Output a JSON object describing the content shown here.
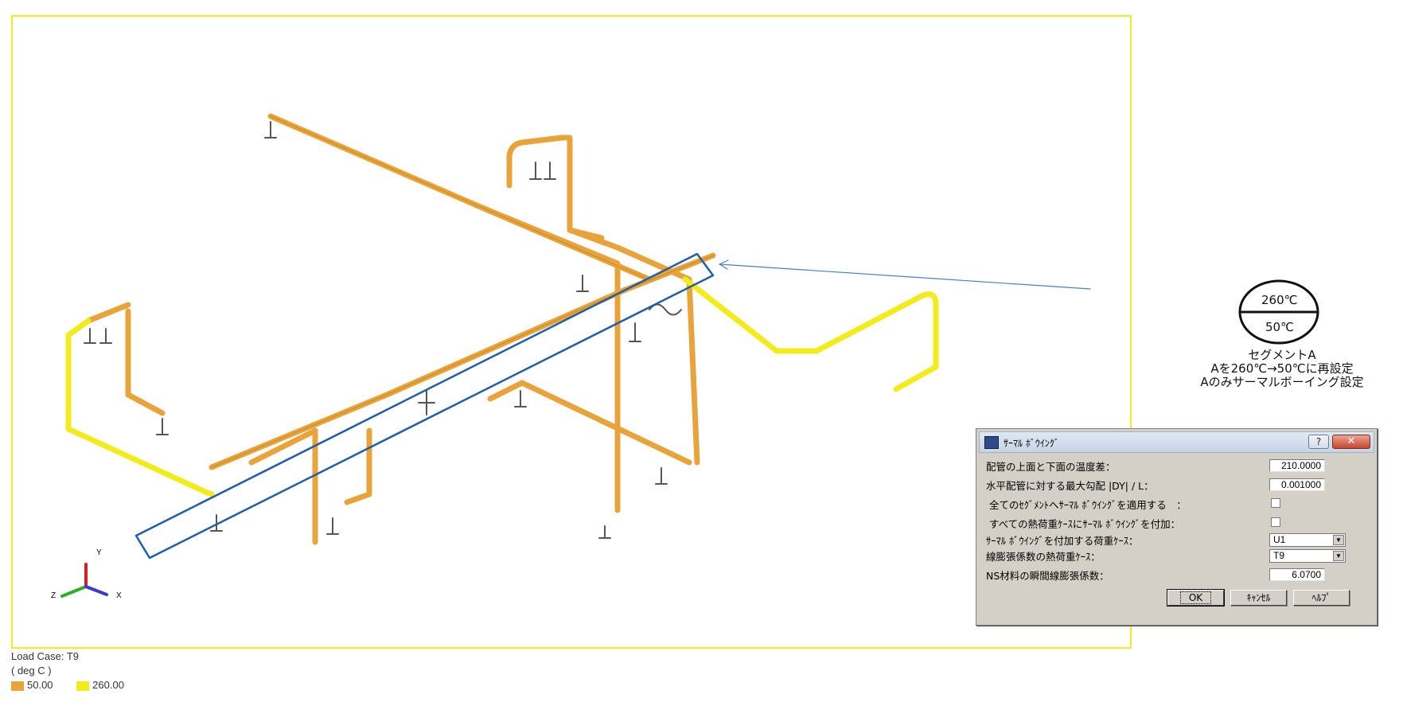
{
  "legend": {
    "load_case": "Load Case: T9",
    "unit": "( deg C )",
    "items": [
      {
        "label": "50.00",
        "color": "#e8a33a"
      },
      {
        "label": "260.00",
        "color": "#f2ec1e"
      }
    ]
  },
  "callout": {
    "top_temp": "260℃",
    "bottom_temp": "50℃",
    "lines": [
      "セグメントA",
      "Aを260℃→50℃に再設定",
      "Aのみサーマルボーイング設定"
    ]
  },
  "axis": {
    "y": "Y",
    "z": "Z",
    "x": "X"
  },
  "colors": {
    "pipe_cold": "#e8a33a",
    "pipe_hot": "#f2ec1e",
    "frame": "#f2ec1e",
    "highlight": "#1f5fa8"
  },
  "dialog": {
    "title": "ｻｰﾏﾙ ﾎﾞｳｲﾝｸﾞ",
    "help_q": "?",
    "close": "✕",
    "rows": [
      {
        "label": "配管の上面と下面の温度差：",
        "value": "210.0000"
      },
      {
        "label": "水平配管に対する最大勾配 |DY| / L：",
        "value": "0.001000"
      },
      {
        "label": "全てのｾｸﾞﾒﾝﾄへｻｰﾏﾙ ﾎﾞｳｲﾝｸﾞを適用する　：",
        "checked": false
      },
      {
        "label": "すべての熱荷重ｹｰｽにｻｰﾏﾙ ﾎﾞｳｲﾝｸﾞを付加：",
        "checked": false
      },
      {
        "label": "ｻｰﾏﾙ ﾎﾞｳｲﾝｸﾞを付加する荷重ｹｰｽ：",
        "selected": "U1"
      },
      {
        "label": "線膨張係数の熱荷重ｹｰｽ：",
        "selected": "T9"
      },
      {
        "label": "NS材料の瞬間線膨張係数：",
        "value": "6.0700"
      }
    ],
    "buttons": {
      "ok": "OK",
      "cancel": "ｷｬﾝｾﾙ",
      "help": "ﾍﾙﾌﾟ"
    }
  }
}
